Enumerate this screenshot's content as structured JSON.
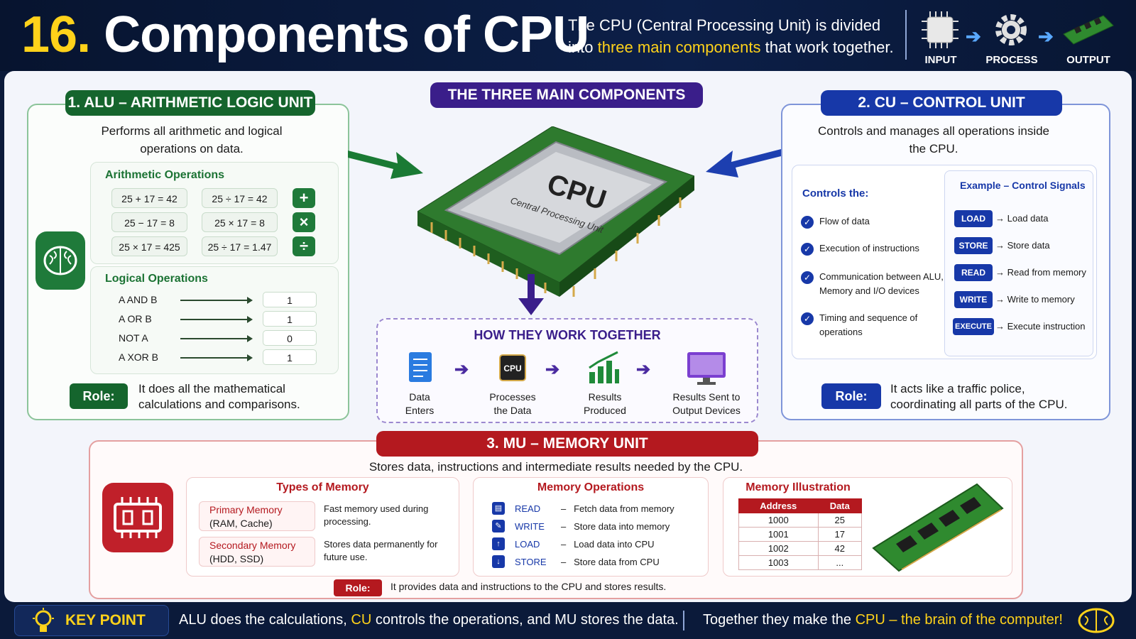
{
  "header": {
    "title_number": "16.",
    "title_text": "Components of CPU",
    "intro_part1": "The CPU (Central Processing Unit) is divided into",
    "intro_highlight": "three main components",
    "intro_part2": "that work together.",
    "flow": [
      "INPUT",
      "PROCESS",
      "OUTPUT"
    ]
  },
  "center": {
    "heading": "THE THREE MAIN COMPONENTS",
    "chip_title": "CPU",
    "chip_subtitle": "Central Processing Unit",
    "how_title": "HOW THEY WORK TOGETHER",
    "steps": [
      {
        "line1": "Data",
        "line2": "Enters"
      },
      {
        "line1": "Processes",
        "line2": "the Data"
      },
      {
        "line1": "Results",
        "line2": "Produced"
      },
      {
        "line1": "Results Sent to",
        "line2": "Output Devices"
      }
    ],
    "step_cpu_label": "CPU"
  },
  "alu": {
    "heading": "1. ALU – ARITHMETIC LOGIC UNIT",
    "desc": "Performs all arithmetic and logical operations on data.",
    "arith_title": "Arithmetic Operations",
    "arith_rows": [
      {
        "left": "25 + 17 = 42",
        "right": "25 ÷ 17 = 42",
        "sign": "+"
      },
      {
        "left": "25 − 17 = 8",
        "right": "25 × 17 = 8",
        "sign": "×"
      },
      {
        "left": "25 × 17 = 425",
        "right": "25 ÷ 17 = 1.47",
        "sign": "÷"
      }
    ],
    "logic_title": "Logical Operations",
    "logic_rows": [
      {
        "expr": "A AND B",
        "result": "1"
      },
      {
        "expr": "A OR B",
        "result": "1"
      },
      {
        "expr": "NOT A",
        "result": "0"
      },
      {
        "expr": "A XOR B",
        "result": "1"
      }
    ],
    "role_label": "Role:",
    "role_text": "It does all the mathematical calculations and comparisons."
  },
  "cu": {
    "heading": "2. CU – CONTROL UNIT",
    "desc": "Controls and manages all operations inside the CPU.",
    "controls_title": "Controls the:",
    "controls": [
      "Flow of data",
      "Execution of instructions",
      "Communication between ALU, Memory and I/O devices",
      "Timing and sequence of operations"
    ],
    "signals_title": "Example – Control Signals",
    "signals": [
      {
        "name": "LOAD",
        "desc": "Load data"
      },
      {
        "name": "STORE",
        "desc": "Store data"
      },
      {
        "name": "READ",
        "desc": "Read from memory"
      },
      {
        "name": "WRITE",
        "desc": "Write to memory"
      },
      {
        "name": "EXECUTE",
        "desc": "Execute instruction"
      }
    ],
    "role_label": "Role:",
    "role_text": "It acts like a traffic police, coordinating all parts of the CPU."
  },
  "mu": {
    "heading": "3. MU – MEMORY UNIT",
    "desc": "Stores data, instructions and intermediate results needed by the CPU.",
    "types_title": "Types of Memory",
    "types": [
      {
        "name": "Primary Memory",
        "sub": "(RAM, Cache)",
        "desc": "Fast memory used during processing."
      },
      {
        "name": "Secondary Memory",
        "sub": "(HDD, SSD)",
        "desc": "Stores data permanently for future use."
      }
    ],
    "ops_title": "Memory Operations",
    "ops": [
      {
        "name": "READ",
        "desc": "Fetch data from memory"
      },
      {
        "name": "WRITE",
        "desc": "Store data into memory"
      },
      {
        "name": "LOAD",
        "desc": "Load data into CPU"
      },
      {
        "name": "STORE",
        "desc": "Store data from CPU"
      }
    ],
    "illus_title": "Memory Illustration",
    "table_headers": [
      "Address",
      "Data"
    ],
    "table_rows": [
      [
        "1000",
        "25"
      ],
      [
        "1001",
        "17"
      ],
      [
        "1002",
        "42"
      ],
      [
        "1003",
        "..."
      ]
    ],
    "role_label": "Role:",
    "role_text": "It provides data and instructions to the CPU and stores results."
  },
  "keypoint": {
    "label": "KEY POINT",
    "t1a": "ALU does the calculations,",
    "t1b": "CU",
    "t1c": "controls the operations, and MU stores the data.",
    "t2a": "Together they make the",
    "t2b": "CPU – the brain of the computer!"
  },
  "colors": {
    "alu": "#15652d",
    "cu": "#1738a8",
    "mu": "#b4191f",
    "center": "#3a1e8a",
    "accent": "#ffd21a"
  }
}
